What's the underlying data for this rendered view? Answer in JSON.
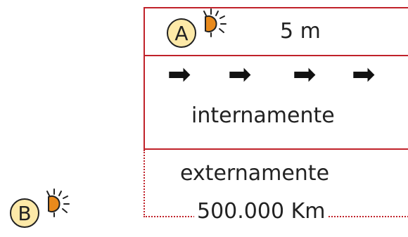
{
  "top_box": {
    "distance_text": "5 m"
  },
  "middle_box": {
    "arrows": [
      "➡",
      "➡",
      "➡",
      "➡"
    ],
    "label": "internamente"
  },
  "bottom_area": {
    "label": "externamente",
    "distance_text": "500.000 Km"
  },
  "points": [
    {
      "label": "A",
      "icon": "sun-icon"
    },
    {
      "label": "B",
      "icon": "sun-icon"
    }
  ],
  "colors": {
    "border": "#c0222a",
    "circle_fill": "#fde9a8",
    "sun_fill": "#e98a1c"
  }
}
